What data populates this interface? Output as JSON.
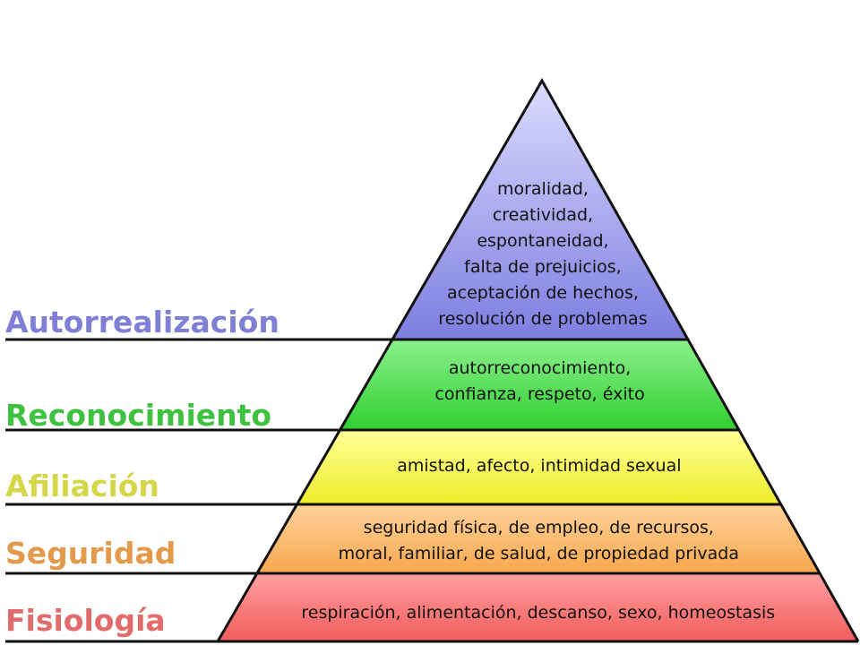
{
  "diagram": {
    "levels": [
      {
        "label": "Autorrealización",
        "label_color": "#7f7fd6",
        "fill_top": "#dcdcff",
        "fill_bottom": "#7d7de0",
        "lines": [
          "moralidad,",
          "creatividad,",
          "espontaneidad,",
          "falta de prejuicios,",
          "aceptación de hechos,",
          "resolución de problemas"
        ]
      },
      {
        "label": "Reconocimiento",
        "label_color": "#3fc23f",
        "fill_top": "#8cf08c",
        "fill_bottom": "#2fcf2f",
        "lines": [
          "autorreconocimiento,",
          "confianza, respeto, éxito"
        ]
      },
      {
        "label": "Afiliación",
        "label_color": "#d6d64a",
        "fill_top": "#ffff9a",
        "fill_bottom": "#efef2a",
        "lines": [
          "amistad, afecto, intimidad sexual"
        ]
      },
      {
        "label": "Seguridad",
        "label_color": "#e39a4a",
        "fill_top": "#ffd29a",
        "fill_bottom": "#f7a84e",
        "lines": [
          "seguridad física, de empleo, de recursos,",
          "moral, familiar, de salud, de propiedad privada"
        ]
      },
      {
        "label": "Fisiología",
        "label_color": "#e26b6b",
        "fill_top": "#ffa0a0",
        "fill_bottom": "#f25c5c",
        "lines": [
          "respiración, alimentación, descanso, sexo, homeostasis"
        ]
      }
    ]
  }
}
